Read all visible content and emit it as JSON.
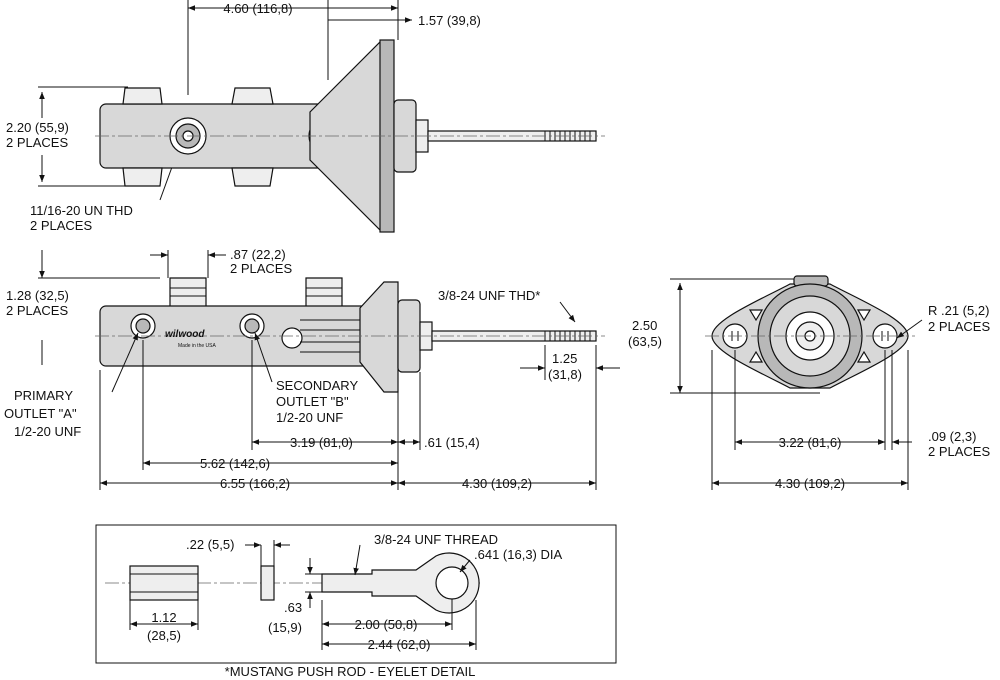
{
  "top_view": {
    "dim_length": "4.60 (116,8)",
    "dim_flange": "1.57 (39,8)",
    "dim_height_1": "2.20 (55,9)",
    "dim_height_2": "2 PLACES",
    "thread_1": "11/16-20 UN THD",
    "thread_2": "2 PLACES"
  },
  "side_view": {
    "dim_port_1": ".87 (22,2)",
    "dim_port_2": "2 PLACES",
    "dim_height_1": "1.28 (32,5)",
    "dim_height_2": "2 PLACES",
    "rod_thread": "3/8-24 UNF THD*",
    "rod_len_1": "1.25",
    "rod_len_2": "(31,8)",
    "primary_1": "PRIMARY",
    "primary_2": "OUTLET \"A\"",
    "primary_3": "1/2-20 UNF",
    "secondary_1": "SECONDARY",
    "secondary_2": "OUTLET \"B\"",
    "secondary_3": "1/2-20 UNF",
    "dim_319": "3.19 (81,0)",
    "dim_061": ".61 (15,4)",
    "dim_562": "5.62 (142,6)",
    "dim_655": "6.55 (166,2)",
    "dim_430": "4.30 (109,2)",
    "logo": "wilwood",
    "made_in": "Made in the USA"
  },
  "end_view": {
    "dim_h_1": "2.50",
    "dim_h_2": "(63,5)",
    "radius_1": "R .21 (5,2)",
    "radius_2": "2 PLACES",
    "dim_322": "3.22 (81,6)",
    "dim_009_1": ".09 (2,3)",
    "dim_009_2": "2 PLACES",
    "dim_430": "4.30 (109,2)"
  },
  "detail": {
    "dim_022": ".22 (5,5)",
    "dim_112_1": "1.12",
    "dim_112_2": "(28,5)",
    "dim_063_1": ".63",
    "dim_063_2": "(15,9)",
    "thread": "3/8-24 UNF THREAD",
    "dia": ".641 (16,3) DIA",
    "dim_200": "2.00 (50,8)",
    "dim_244": "2.44 (62,0)",
    "caption": "*MUSTANG PUSH ROD - EYELET DETAIL"
  }
}
